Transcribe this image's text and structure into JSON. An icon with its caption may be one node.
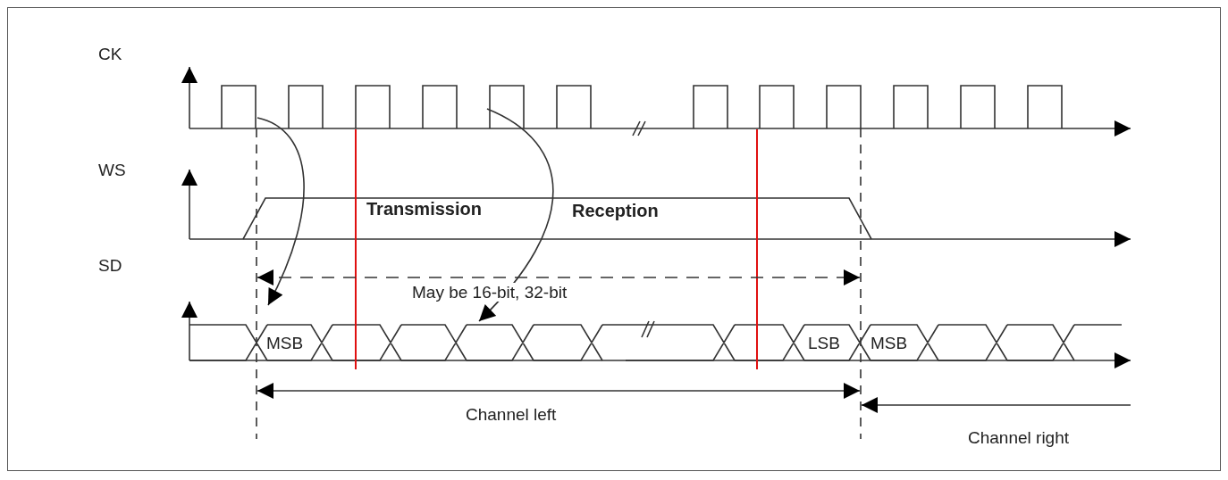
{
  "diagram": {
    "labels": [
      "CK",
      "WS",
      "SD",
      "Transmission",
      "Reception",
      "May be 16-bit, 32-bit",
      "MSB",
      "LSB",
      "MSB",
      "Channel left",
      "Channel right"
    ]
  }
}
